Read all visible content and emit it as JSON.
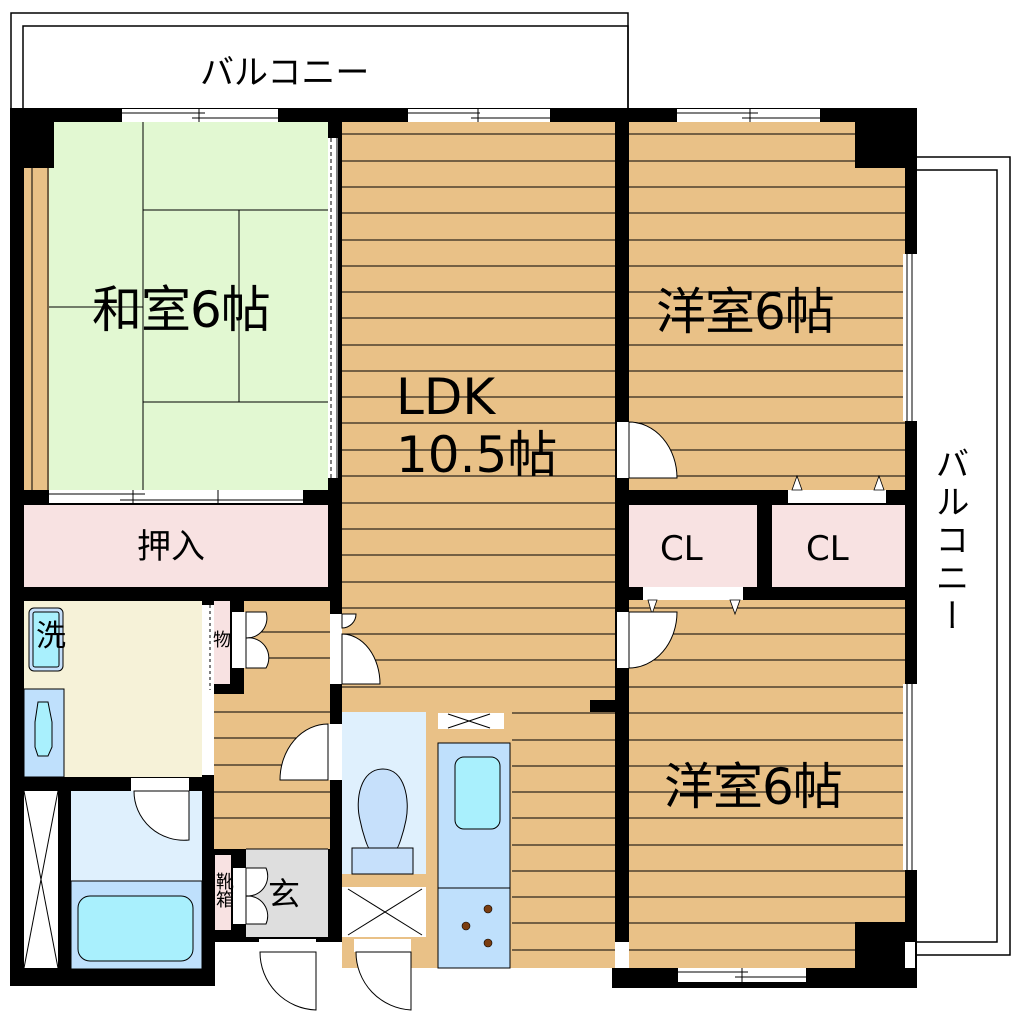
{
  "floor_plan": {
    "layout_type": "3LDK",
    "colors": {
      "wall": "#000000",
      "wood_floor": "#e9c187",
      "tatami": "#e2f8d2",
      "closet": "#f8e2e2",
      "washroom": "#f6f2d8",
      "bath": "#dff0fd",
      "bath_tub": "#bfe0fc",
      "fixture_cyan": "#a9f0fd",
      "entrance": "#dedede",
      "balcony": "#ffffff",
      "stove_burner": "#7a3d10"
    },
    "balconies": {
      "top": "バルコニー",
      "right": "バルコニー"
    },
    "rooms": {
      "washitsu": {
        "label": "和室6帖",
        "type": "Japanese room",
        "size_jo": 6
      },
      "ldk": {
        "label_line1": "LDK",
        "label_line2": "10.5帖",
        "size_jo": 10.5
      },
      "yoshitsu_north": {
        "label": "洋室6帖",
        "size_jo": 6
      },
      "yoshitsu_south": {
        "label": "洋室6帖",
        "size_jo": 6
      },
      "oshiire": {
        "label": "押入"
      },
      "closet_1": {
        "label": "CL"
      },
      "closet_2": {
        "label": "CL"
      },
      "washer": {
        "label": "洗"
      },
      "storage": {
        "label": "物"
      },
      "shoe_box": {
        "label": "靴箱"
      },
      "genkan": {
        "label": "玄"
      }
    }
  }
}
